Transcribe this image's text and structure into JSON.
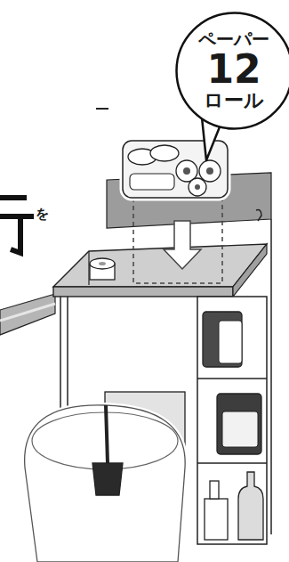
{
  "diagram": {
    "nodes": [
      {
        "text": [
          "ペーパー",
          "12",
          "ロール"
        ]
      }
    ],
    "labels": [
      "を"
    ]
  }
}
